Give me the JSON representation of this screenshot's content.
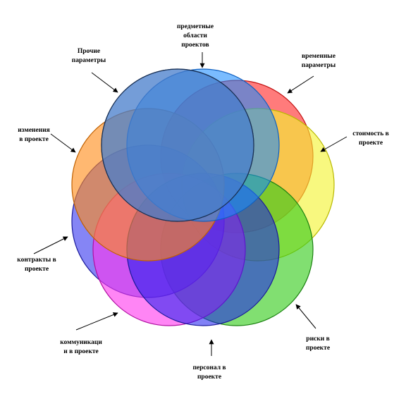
{
  "diagram": {
    "type": "overlapping-circles",
    "circles": [
      {
        "name": "red",
        "color": "#ff2a2a"
      },
      {
        "name": "yellow",
        "color": "#f4f430"
      },
      {
        "name": "green",
        "color": "#33cc1a"
      },
      {
        "name": "purple-blue",
        "color": "#3333ee"
      },
      {
        "name": "magenta",
        "color": "#ff33ee"
      },
      {
        "name": "indigo",
        "color": "#1a1aee"
      },
      {
        "name": "orange",
        "color": "#ff8c1a"
      },
      {
        "name": "sky",
        "color": "#1a8cff"
      },
      {
        "name": "blue",
        "color": "#3377ee"
      },
      {
        "name": "steel",
        "color": "#4f7fc0"
      }
    ],
    "labels": [
      {
        "id": "scope",
        "lines": [
          "предметные",
          "области",
          "проектов"
        ]
      },
      {
        "id": "time",
        "lines": [
          "временные",
          "параметры"
        ]
      },
      {
        "id": "cost",
        "lines": [
          "стоимость в",
          "проекте"
        ]
      },
      {
        "id": "risk",
        "lines": [
          "риски в",
          "проекте"
        ]
      },
      {
        "id": "staff",
        "lines": [
          "персонал в",
          "проекте"
        ]
      },
      {
        "id": "comm",
        "lines": [
          "коммуникаци",
          "и в проекте"
        ]
      },
      {
        "id": "contract",
        "lines": [
          "контракты в",
          "проекте"
        ]
      },
      {
        "id": "change",
        "lines": [
          "изменения",
          "в проекте"
        ]
      },
      {
        "id": "other",
        "lines": [
          "Прочие",
          "параметры"
        ]
      }
    ]
  }
}
